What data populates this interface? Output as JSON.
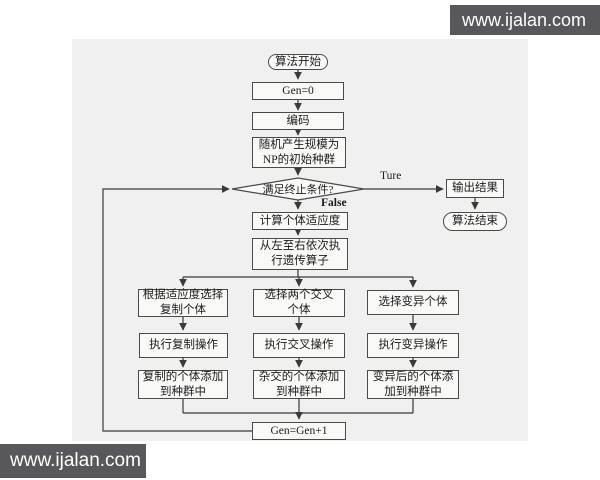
{
  "watermark": {
    "text": "www.ijalan.com"
  },
  "flowchart": {
    "description": "Genetic algorithm flowchart",
    "nodes": {
      "start": "算法开始",
      "gen0": "Gen=0",
      "encode": "编码",
      "init_population": "随机产生规模为\nNP的初始种群",
      "decision": "满足终止条件?",
      "true_label": "Ture",
      "false_label": "False",
      "output": "输出结果",
      "end": "算法结束",
      "fitness": "计算个体适应度",
      "operators": "从左至右依次执\n行遗传算子",
      "select_copy": "根据适应度选择\n复制个体",
      "select_cross": "选择两个交叉\n个体",
      "select_mutate": "选择变异个体",
      "do_copy": "执行复制操作",
      "do_cross": "执行交叉操作",
      "do_mutate": "执行变异操作",
      "add_copy": "复制的个体添加\n到种群中",
      "add_cross": "杂交的个体添加\n到种群中",
      "add_mutate": "变异后的个体添\n加到种群中",
      "gen_increment": "Gen=Gen+1"
    },
    "colors": {
      "panel_background": "#f0f0f1",
      "node_fill": "#f9f9f8",
      "node_border": "#4a4a4a",
      "line": "#3a3a3a",
      "text": "#1b1b1b",
      "watermark_background": "#58585a",
      "watermark_text": "#ffffff"
    }
  }
}
